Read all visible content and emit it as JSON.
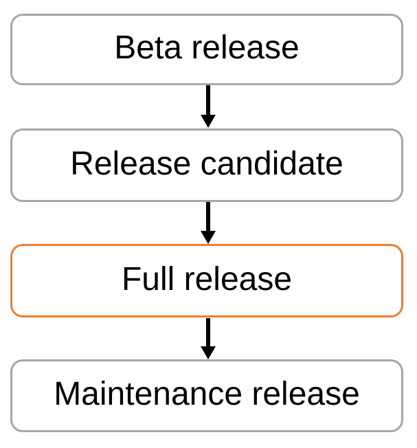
{
  "diagram": {
    "type": "flowchart",
    "direction": "top-down",
    "steps": [
      {
        "label": "Beta release",
        "highlighted": false
      },
      {
        "label": "Release candidate",
        "highlighted": false
      },
      {
        "label": "Full release",
        "highlighted": true
      },
      {
        "label": "Maintenance release",
        "highlighted": false
      }
    ],
    "connectors": [
      {
        "from": "Beta release",
        "to": "Release candidate",
        "icon": "down-arrow-icon"
      },
      {
        "from": "Release candidate",
        "to": "Full release",
        "icon": "down-arrow-icon"
      },
      {
        "from": "Full release",
        "to": "Maintenance release",
        "icon": "down-arrow-icon"
      }
    ],
    "colors": {
      "background": "#ffffff",
      "box_fill": "#ffffff",
      "box_border_default": "#a6a6a6",
      "box_border_highlight": "#ed7d31",
      "text": "#000000",
      "arrow": "#000000"
    }
  }
}
